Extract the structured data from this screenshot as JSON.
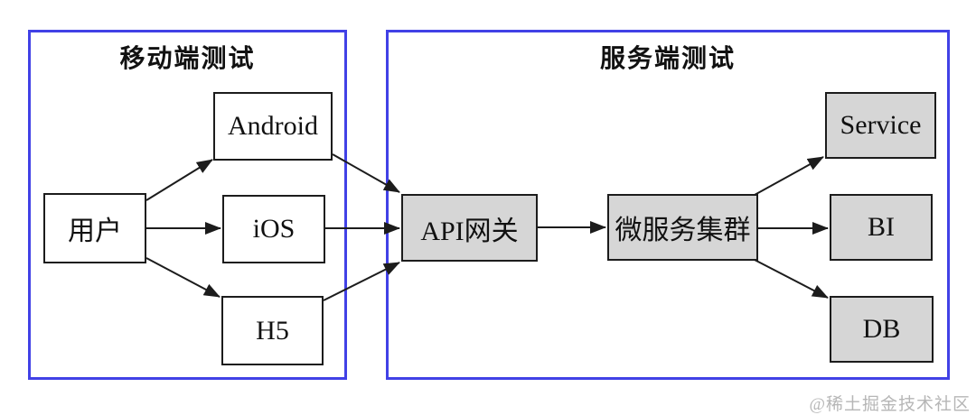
{
  "groups": [
    {
      "id": "mobile",
      "title": "移动端测试"
    },
    {
      "id": "server",
      "title": "服务端测试"
    }
  ],
  "nodes": [
    {
      "id": "user",
      "label": "用户",
      "variant": "white"
    },
    {
      "id": "android",
      "label": "Android",
      "variant": "white"
    },
    {
      "id": "ios",
      "label": "iOS",
      "variant": "white"
    },
    {
      "id": "h5",
      "label": "H5",
      "variant": "white"
    },
    {
      "id": "api_gateway",
      "label": "API网关",
      "variant": "gray"
    },
    {
      "id": "microservice_cluster",
      "label": "微服务集群",
      "variant": "gray"
    },
    {
      "id": "service",
      "label": "Service",
      "variant": "gray"
    },
    {
      "id": "bi",
      "label": "BI",
      "variant": "gray"
    },
    {
      "id": "db",
      "label": "DB",
      "variant": "gray"
    }
  ],
  "edges": [
    {
      "from": "user",
      "to": "android"
    },
    {
      "from": "user",
      "to": "ios"
    },
    {
      "from": "user",
      "to": "h5"
    },
    {
      "from": "android",
      "to": "api_gateway"
    },
    {
      "from": "ios",
      "to": "api_gateway"
    },
    {
      "from": "h5",
      "to": "api_gateway"
    },
    {
      "from": "api_gateway",
      "to": "microservice_cluster"
    },
    {
      "from": "microservice_cluster",
      "to": "service"
    },
    {
      "from": "microservice_cluster",
      "to": "bi"
    },
    {
      "from": "microservice_cluster",
      "to": "db"
    }
  ],
  "colors": {
    "group_border": "#4141e6",
    "box_border": "#1c1c1c",
    "box_fill_gray": "#d6d6d6",
    "box_fill_white": "#ffffff",
    "arrow": "#1c1c1c",
    "watermark": "#b6b6b6",
    "text": "#111111",
    "background": "#ffffff"
  },
  "watermark": {
    "text": "@稀土掘金技术社区"
  }
}
